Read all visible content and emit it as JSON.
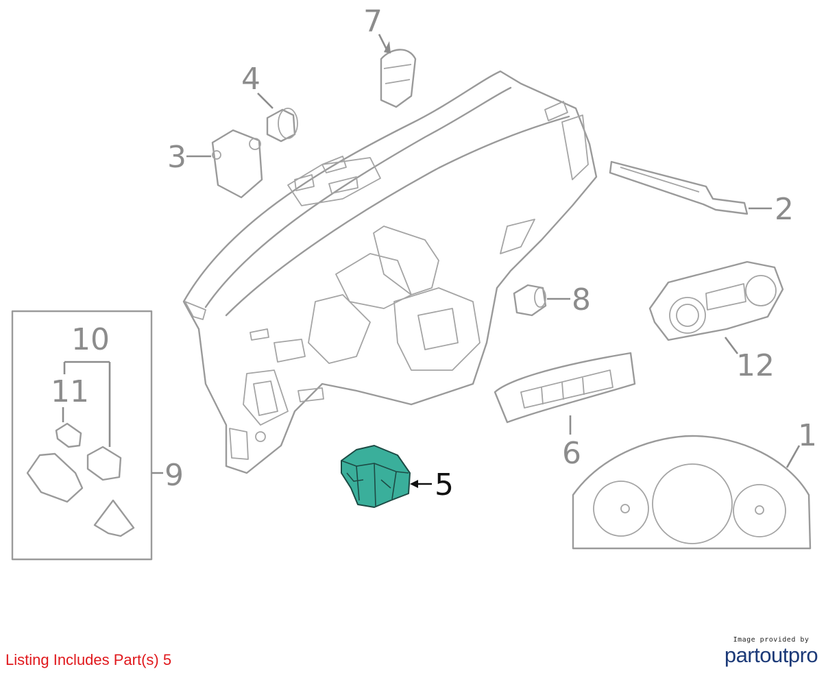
{
  "diagram": {
    "callouts": [
      {
        "id": "1",
        "label": "1"
      },
      {
        "id": "2",
        "label": "2"
      },
      {
        "id": "3",
        "label": "3"
      },
      {
        "id": "4",
        "label": "4"
      },
      {
        "id": "5",
        "label": "5"
      },
      {
        "id": "6",
        "label": "6"
      },
      {
        "id": "7",
        "label": "7"
      },
      {
        "id": "8",
        "label": "8"
      },
      {
        "id": "9",
        "label": "9"
      },
      {
        "id": "10",
        "label": "10"
      },
      {
        "id": "11",
        "label": "11"
      },
      {
        "id": "12",
        "label": "12"
      }
    ],
    "highlighted_part": "5",
    "highlight_color": "#3aaf9b"
  },
  "footer": {
    "listing_text": "Listing Includes Part(s) 5",
    "credit_top": "Image provided by",
    "credit_brand_a": "partout",
    "credit_brand_b": "pro",
    "listing_color": "#e0181c",
    "brand_color": "#1c3a78"
  }
}
